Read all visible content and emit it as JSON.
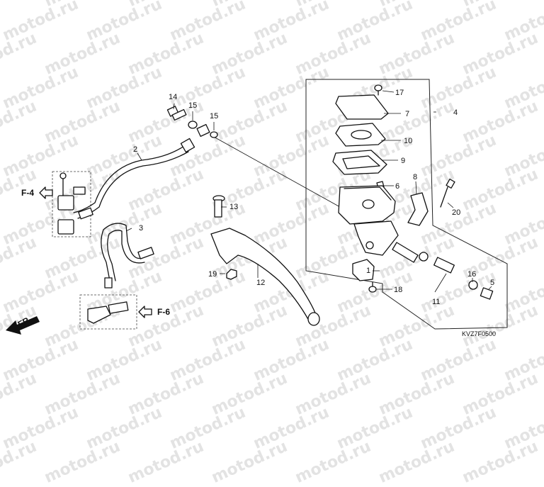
{
  "watermark": {
    "text": "motod.ru"
  },
  "diagram_code": "KVZ7F0500",
  "direction_label": "FR.",
  "references": {
    "f4": "F-4",
    "f6": "F-6"
  },
  "callouts": [
    "1",
    "2",
    "3",
    "4",
    "5",
    "6",
    "7",
    "8",
    "9",
    "10",
    "11",
    "12",
    "13",
    "14",
    "15",
    "15",
    "16",
    "17",
    "18",
    "19",
    "20"
  ]
}
